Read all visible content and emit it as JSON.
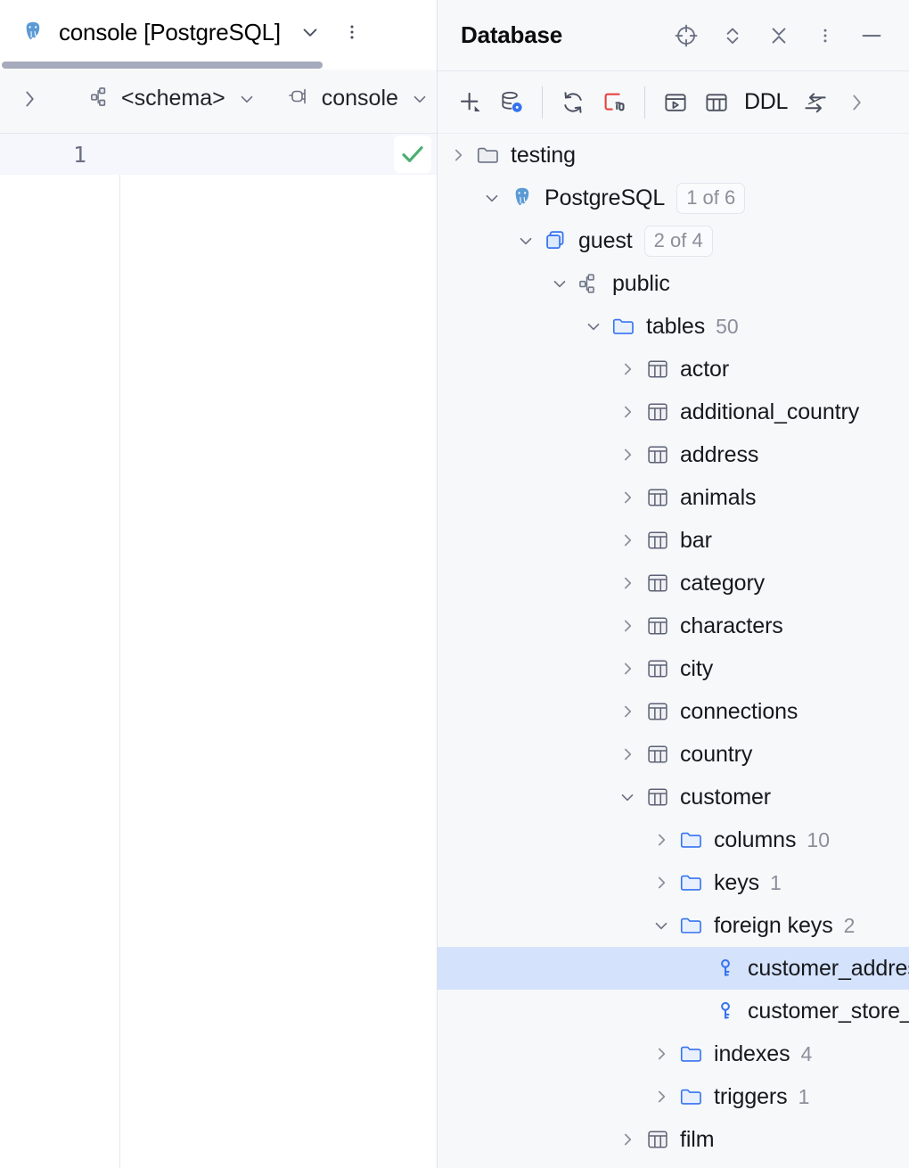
{
  "editor": {
    "tab": {
      "title": "console [PostgreSQL]",
      "icon": "postgresql-elephant-icon",
      "chevron": "chevron-down-icon",
      "kebab": "more-vertical-icon"
    },
    "breadcrumbs": {
      "expand_icon": "chevron-right-icon",
      "schema": {
        "label": "<schema>",
        "icon": "schema-icon",
        "caret": "chevron-down-icon"
      },
      "session": {
        "label": "console",
        "icon": "connection-plug-icon",
        "caret": "chevron-down-icon"
      }
    },
    "gutter": {
      "line_numbers": [
        "1"
      ]
    },
    "inspection_badge": "checkmark-ok-icon"
  },
  "database": {
    "title": "Database",
    "header_actions": [
      {
        "name": "scroll-from-source-icon",
        "glyph": "target"
      },
      {
        "name": "expand-collapse-icon",
        "glyph": "updown"
      },
      {
        "name": "collapse-all-icon",
        "glyph": "collapse"
      },
      {
        "name": "options-menu-icon",
        "glyph": "kebab"
      },
      {
        "name": "hide-icon",
        "glyph": "minus"
      }
    ],
    "toolbar": [
      {
        "name": "new-icon",
        "glyph": "plus",
        "label": ""
      },
      {
        "name": "data-source-properties-icon",
        "glyph": "db-gear",
        "label": ""
      },
      {
        "name": "separator",
        "glyph": "sep",
        "label": ""
      },
      {
        "name": "refresh-icon",
        "glyph": "refresh",
        "label": ""
      },
      {
        "name": "disconnect-icon",
        "glyph": "disconnect",
        "label": ""
      },
      {
        "name": "separator",
        "glyph": "sep",
        "label": ""
      },
      {
        "name": "open-console-icon",
        "glyph": "console",
        "label": ""
      },
      {
        "name": "open-data-editor-icon",
        "glyph": "table",
        "label": ""
      },
      {
        "name": "ddl-button",
        "glyph": "text",
        "label": "DDL"
      },
      {
        "name": "jump-to-editor-icon",
        "glyph": "jump",
        "label": ""
      },
      {
        "name": "more-toolbar-icon",
        "glyph": "chevron-right",
        "label": ""
      }
    ],
    "tree": [
      {
        "name": "tree-node-testing",
        "indent": 0,
        "twisty": "collapsed",
        "icon": "folder-grey-icon",
        "label": "testing",
        "count": "",
        "badge": "",
        "selected": false
      },
      {
        "name": "tree-node-postgresql",
        "indent": 1,
        "twisty": "expanded",
        "icon": "postgresql-elephant-icon",
        "label": "PostgreSQL",
        "count": "",
        "badge": "1 of 6",
        "selected": false
      },
      {
        "name": "tree-node-guest",
        "indent": 2,
        "twisty": "expanded",
        "icon": "database-icon",
        "label": "guest",
        "count": "",
        "badge": "2 of 4",
        "selected": false
      },
      {
        "name": "tree-node-public",
        "indent": 3,
        "twisty": "expanded",
        "icon": "schema-icon",
        "label": "public",
        "count": "",
        "badge": "",
        "selected": false
      },
      {
        "name": "tree-node-tables",
        "indent": 4,
        "twisty": "expanded",
        "icon": "folder-blue-icon",
        "label": "tables",
        "count": "50",
        "badge": "",
        "selected": false
      },
      {
        "name": "tree-node-actor",
        "indent": 5,
        "twisty": "collapsed",
        "icon": "table-icon",
        "label": "actor",
        "count": "",
        "badge": "",
        "selected": false
      },
      {
        "name": "tree-node-additional_country",
        "indent": 5,
        "twisty": "collapsed",
        "icon": "table-icon",
        "label": "additional_country",
        "count": "",
        "badge": "",
        "selected": false
      },
      {
        "name": "tree-node-address",
        "indent": 5,
        "twisty": "collapsed",
        "icon": "table-icon",
        "label": "address",
        "count": "",
        "badge": "",
        "selected": false
      },
      {
        "name": "tree-node-animals",
        "indent": 5,
        "twisty": "collapsed",
        "icon": "table-icon",
        "label": "animals",
        "count": "",
        "badge": "",
        "selected": false
      },
      {
        "name": "tree-node-bar",
        "indent": 5,
        "twisty": "collapsed",
        "icon": "table-icon",
        "label": "bar",
        "count": "",
        "badge": "",
        "selected": false
      },
      {
        "name": "tree-node-category",
        "indent": 5,
        "twisty": "collapsed",
        "icon": "table-icon",
        "label": "category",
        "count": "",
        "badge": "",
        "selected": false
      },
      {
        "name": "tree-node-characters",
        "indent": 5,
        "twisty": "collapsed",
        "icon": "table-icon",
        "label": "characters",
        "count": "",
        "badge": "",
        "selected": false
      },
      {
        "name": "tree-node-city",
        "indent": 5,
        "twisty": "collapsed",
        "icon": "table-icon",
        "label": "city",
        "count": "",
        "badge": "",
        "selected": false
      },
      {
        "name": "tree-node-connections",
        "indent": 5,
        "twisty": "collapsed",
        "icon": "table-icon",
        "label": "connections",
        "count": "",
        "badge": "",
        "selected": false
      },
      {
        "name": "tree-node-country",
        "indent": 5,
        "twisty": "collapsed",
        "icon": "table-icon",
        "label": "country",
        "count": "",
        "badge": "",
        "selected": false
      },
      {
        "name": "tree-node-customer",
        "indent": 5,
        "twisty": "expanded",
        "icon": "table-icon",
        "label": "customer",
        "count": "",
        "badge": "",
        "selected": false
      },
      {
        "name": "tree-node-columns",
        "indent": 6,
        "twisty": "collapsed",
        "icon": "folder-blue-icon",
        "label": "columns",
        "count": "10",
        "badge": "",
        "selected": false
      },
      {
        "name": "tree-node-keys",
        "indent": 6,
        "twisty": "collapsed",
        "icon": "folder-blue-icon",
        "label": "keys",
        "count": "1",
        "badge": "",
        "selected": false
      },
      {
        "name": "tree-node-foreign-keys",
        "indent": 6,
        "twisty": "expanded",
        "icon": "folder-blue-icon",
        "label": "foreign keys",
        "count": "2",
        "badge": "",
        "selected": false
      },
      {
        "name": "tree-node-customer_address_id_fkey",
        "indent": 7,
        "twisty": "none",
        "icon": "foreign-key-icon",
        "label": "customer_address_id_fkey",
        "count": "",
        "badge": "",
        "selected": true
      },
      {
        "name": "tree-node-customer_store_id_fkey",
        "indent": 7,
        "twisty": "none",
        "icon": "foreign-key-icon",
        "label": "customer_store_id_fkey",
        "count": "",
        "badge": "",
        "selected": false
      },
      {
        "name": "tree-node-indexes",
        "indent": 6,
        "twisty": "collapsed",
        "icon": "folder-blue-icon",
        "label": "indexes",
        "count": "4",
        "badge": "",
        "selected": false
      },
      {
        "name": "tree-node-triggers",
        "indent": 6,
        "twisty": "collapsed",
        "icon": "folder-blue-icon",
        "label": "triggers",
        "count": "1",
        "badge": "",
        "selected": false
      },
      {
        "name": "tree-node-film",
        "indent": 5,
        "twisty": "collapsed",
        "icon": "table-icon",
        "label": "film",
        "count": "",
        "badge": "",
        "selected": false
      }
    ]
  },
  "colors": {
    "selection": "#d4e2fc",
    "panel_bg": "#f7f8fa",
    "editor_bg": "#ffffff",
    "accent_blue": "#3573f0",
    "postgres_blue": "#5b9bd5",
    "ok_green": "#4caf72",
    "alert_red": "#e8433f",
    "muted_text": "#8a8f9c"
  }
}
